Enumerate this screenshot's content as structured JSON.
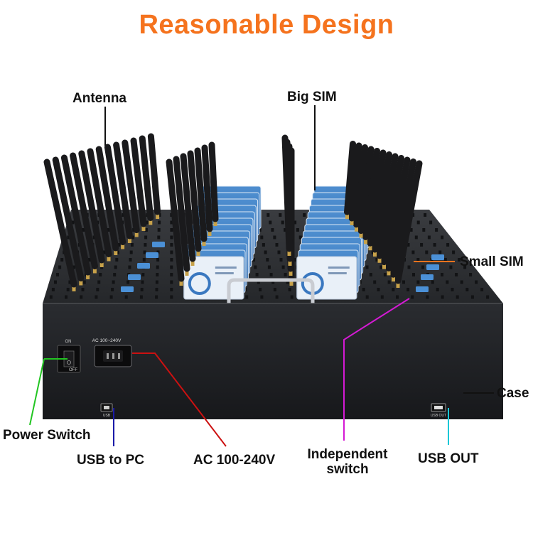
{
  "title": "Reasonable Design",
  "labels": {
    "antenna": "Antenna",
    "big_sim": "Big SIM",
    "small_sim": "Small SIM",
    "case": "Case",
    "power_switch": "Power Switch",
    "usb_to_pc": "USB to PC",
    "ac": "AC 100-240V",
    "independent_switch_line1": "Independent",
    "independent_switch_line2": "switch",
    "usb_out": "USB OUT"
  },
  "panel_text": {
    "switch_on": "ON",
    "switch_off": "OFF",
    "ac_rating": "AC 100~240V",
    "usb_port": "USB",
    "usb_out_port": "USB OUT"
  },
  "colors": {
    "title": "#f5731e",
    "power_switch_line": "#22c522",
    "usb_to_pc_line": "#1a1aa8",
    "ac_line": "#cc1111",
    "independent_switch_line": "#d41ad4",
    "usb_out_line": "#19c8d8",
    "callout_line": "#111111",
    "small_sim_line": "#f5731e",
    "case": "#1f2124"
  }
}
